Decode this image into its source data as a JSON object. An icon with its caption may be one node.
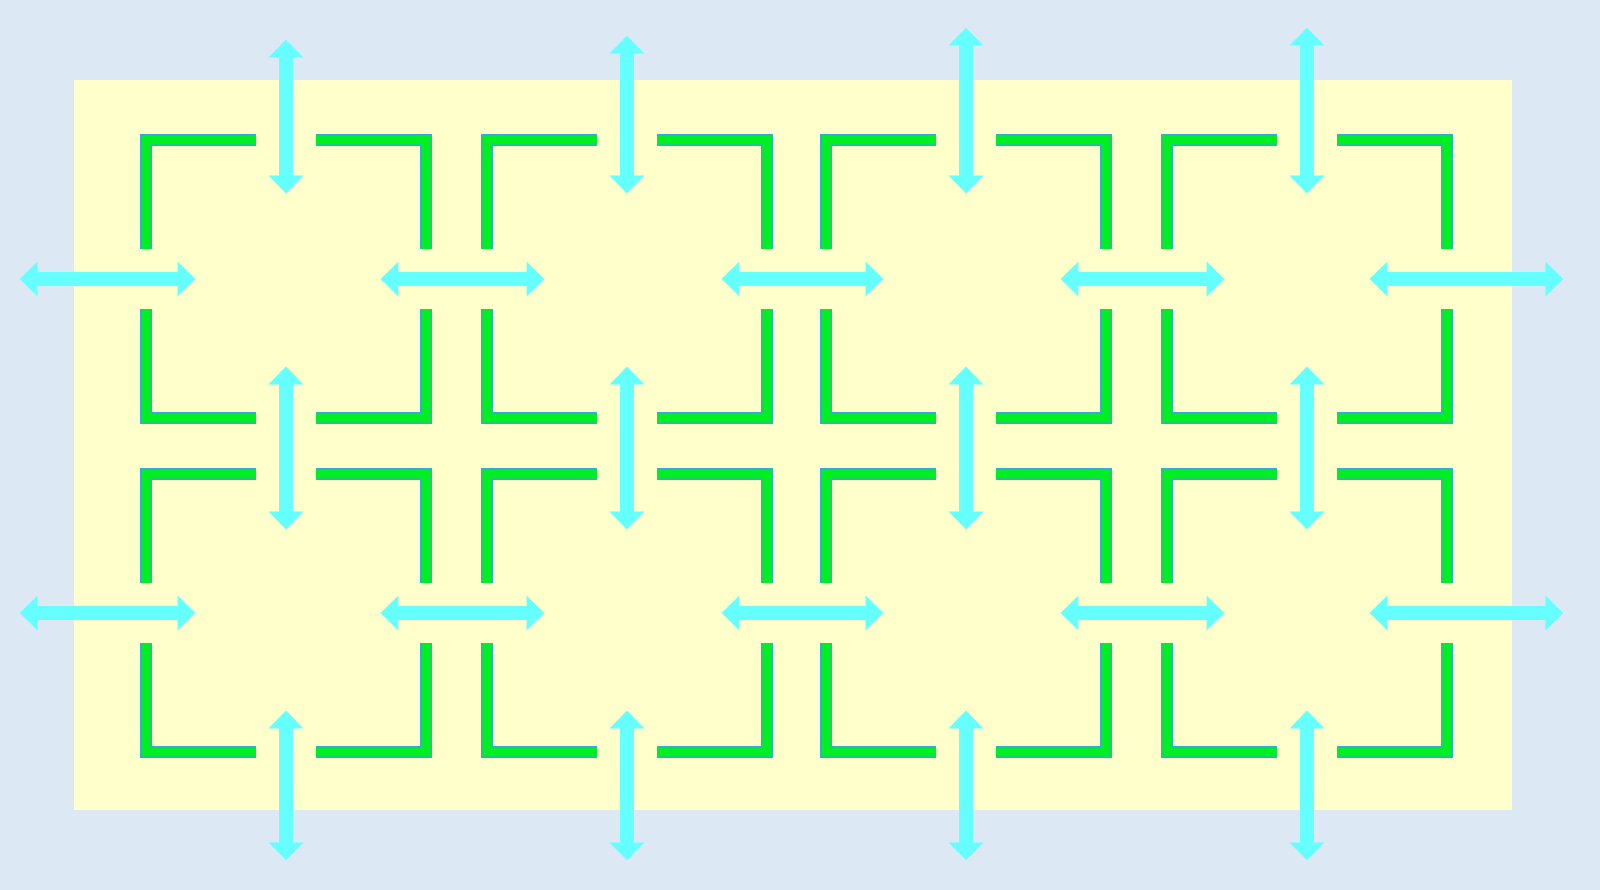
{
  "diagram": {
    "nodes": [
      {
        "text": [],
        "shape": "box"
      },
      {
        "text": [],
        "shape": "box"
      },
      {
        "text": [],
        "shape": "box"
      },
      {
        "text": [],
        "shape": "box"
      },
      {
        "text": [],
        "shape": "box"
      },
      {
        "text": [],
        "shape": "box"
      },
      {
        "text": [],
        "shape": "box"
      },
      {
        "text": [],
        "shape": "box"
      }
    ],
    "edges": [
      {
        "from": 0,
        "to": null,
        "arrow": "both"
      },
      {
        "from": 1,
        "to": null,
        "arrow": "both"
      },
      {
        "from": 2,
        "to": null,
        "arrow": "both"
      },
      {
        "from": 3,
        "to": null,
        "arrow": "both"
      },
      {
        "from": 0,
        "to": null,
        "arrow": "both"
      },
      {
        "from": 0,
        "to": 1,
        "arrow": "both"
      },
      {
        "from": 1,
        "to": 2,
        "arrow": "both"
      },
      {
        "from": 2,
        "to": 3,
        "arrow": "both"
      },
      {
        "from": 3,
        "to": null,
        "arrow": "both"
      },
      {
        "from": 0,
        "to": 4,
        "arrow": "both"
      },
      {
        "from": 1,
        "to": 5,
        "arrow": "both"
      },
      {
        "from": 2,
        "to": 6,
        "arrow": "both"
      },
      {
        "from": 3,
        "to": 7,
        "arrow": "both"
      },
      {
        "from": 4,
        "to": null,
        "arrow": "both"
      },
      {
        "from": 4,
        "to": 5,
        "arrow": "both"
      },
      {
        "from": 5,
        "to": 6,
        "arrow": "both"
      },
      {
        "from": 6,
        "to": 7,
        "arrow": "both"
      },
      {
        "from": 7,
        "to": null,
        "arrow": "both"
      },
      {
        "from": 4,
        "to": null,
        "arrow": "both"
      },
      {
        "from": 5,
        "to": null,
        "arrow": "both"
      },
      {
        "from": 6,
        "to": null,
        "arrow": "both"
      },
      {
        "from": 7,
        "to": null,
        "arrow": "both"
      }
    ]
  }
}
